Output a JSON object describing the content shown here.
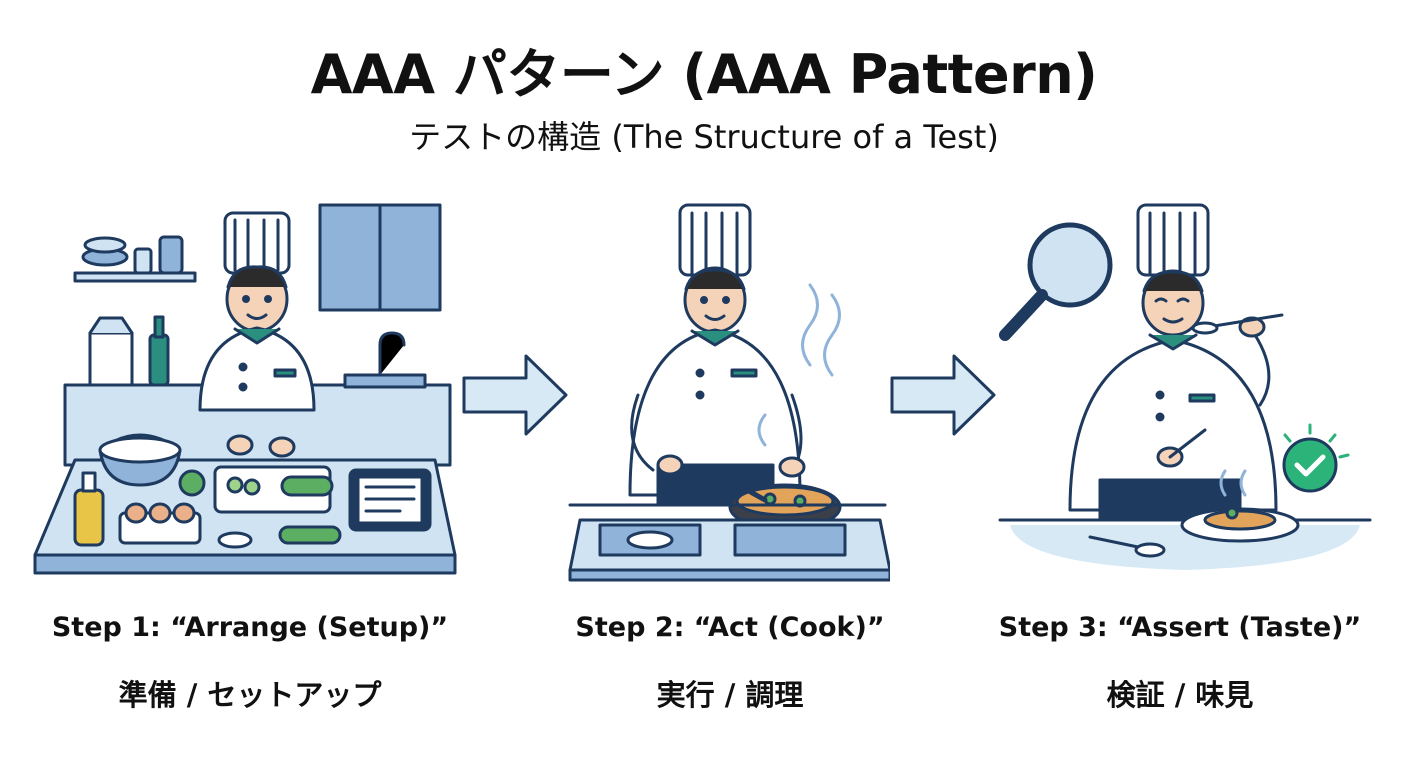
{
  "header": {
    "title": "AAA パターン (AAA Pattern)",
    "subtitle": "テストの構造 (The Structure of a Test)"
  },
  "steps": [
    {
      "label": "Step 1: “Arrange (Setup)”",
      "sub": "準備 / セットアップ",
      "illustration": "chef-preparing-ingredients"
    },
    {
      "label": "Step 2: “Act (Cook)”",
      "sub": "実行 / 調理",
      "illustration": "chef-cooking-at-stove"
    },
    {
      "label": "Step 3: “Assert (Taste)”",
      "sub": "検証 / 味見",
      "illustration": "chef-tasting-dish"
    }
  ],
  "icons": [
    "arrow-right-icon",
    "magnifier-icon",
    "check-badge-icon"
  ],
  "colors": {
    "outline": "#1f3a5f",
    "light_blue": "#cfe3f2",
    "mid_blue": "#8fb3d9",
    "teal": "#2a8f7e",
    "check_green": "#2bb37a",
    "arrow_fill": "#d6e9f5"
  }
}
